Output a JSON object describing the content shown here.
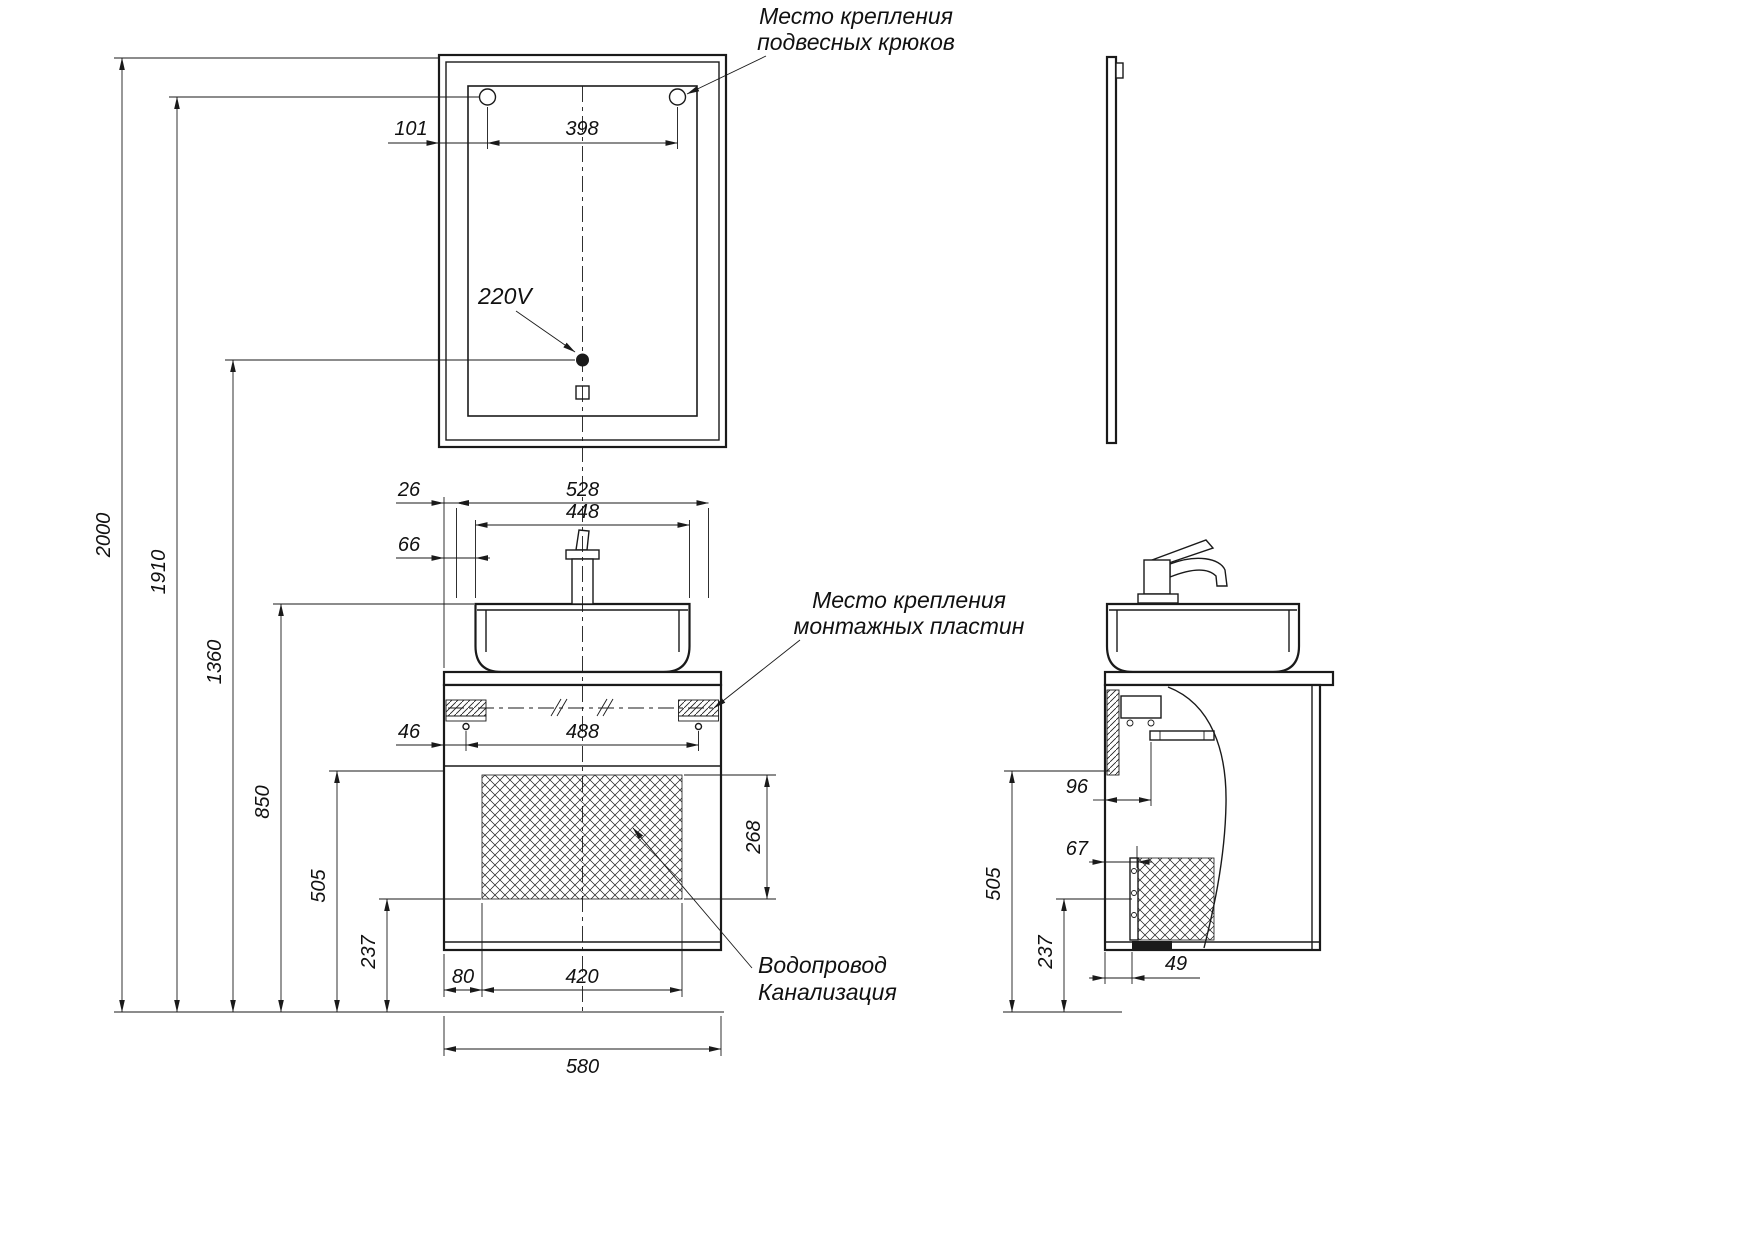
{
  "notes": {
    "hooks1": "Место крепления",
    "hooks2": "подвесных крюков",
    "socket": "220V",
    "plates1": "Место крепления",
    "plates2": "монтажных пластин",
    "plumb1": "Водопровод",
    "plumb2": "Канализация"
  },
  "front": {
    "height_total": "2000",
    "height_hooks": "1910",
    "height_socket": "1360",
    "height_sink": "850",
    "height_drawer_top": "505",
    "height_cabinet_bottom": "237",
    "hook_offset": "101",
    "hook_spacing": "398",
    "mount_offset": "26",
    "mount_span": "528",
    "sink_width": "448",
    "sink_offset": "66",
    "plate_offset": "46",
    "plate_span": "488",
    "opening_height": "268",
    "opening_offset": "80",
    "opening_width": "420",
    "width_total": "580"
  },
  "side": {
    "plate_depth": "96",
    "drain_wall": "67",
    "height_drawer_top": "505",
    "height_cabinet_bottom": "237",
    "drain_offset": "49"
  },
  "colors": {
    "line": "#1a1a1a",
    "background": "#ffffff"
  }
}
